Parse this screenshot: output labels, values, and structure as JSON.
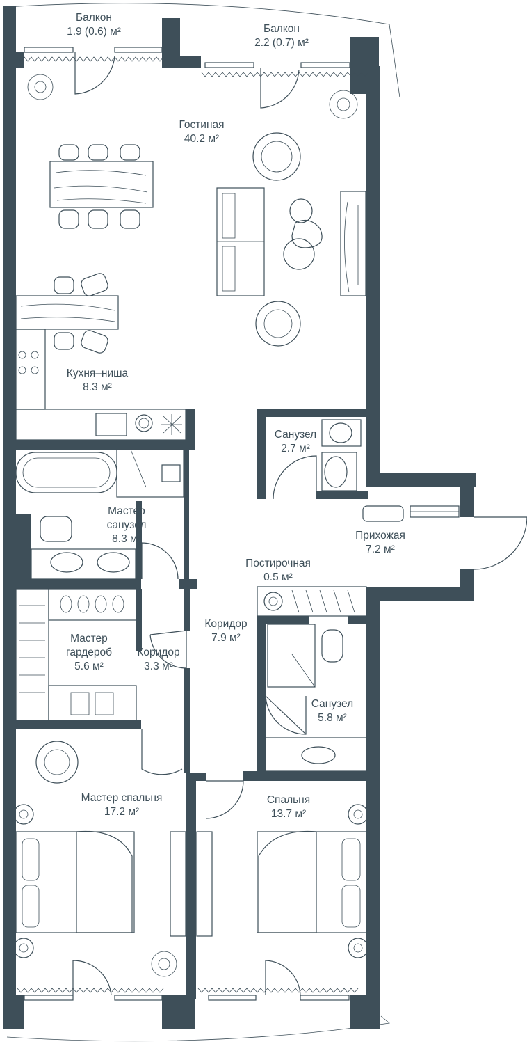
{
  "colors": {
    "wall": "#3e4f59",
    "background": "#ffffff"
  },
  "rooms": {
    "balcony_left": {
      "name": "Балкон",
      "area": "1.9 (0.6) м²"
    },
    "balcony_right": {
      "name": "Балкон",
      "area": "2.2 (0.7) м²"
    },
    "living": {
      "name": "Гостиная",
      "area": "40.2 м²"
    },
    "kitchen": {
      "name": "Кухня–ниша",
      "area": "8.3 м²"
    },
    "bath_small": {
      "name": "Санузел",
      "area": "2.7 м²"
    },
    "hall": {
      "name": "Прихожая",
      "area": "7.2 м²"
    },
    "master_bath": {
      "line1": "Мастер",
      "line2": "санузел",
      "area": "8.3 м²"
    },
    "laundry": {
      "name": "Постирочная",
      "area": "0.5 м²"
    },
    "corridor_main": {
      "name": "Коридор",
      "area": "7.9 м²"
    },
    "master_wardrobe": {
      "line1": "Мастер",
      "line2": "гардероб",
      "area": "5.6 м²"
    },
    "corridor_small": {
      "name": "Коридор",
      "area": "3.3 м²"
    },
    "bath_large": {
      "name": "Санузел",
      "area": "5.8 м²"
    },
    "master_bedroom": {
      "name": "Мастер спальня",
      "area": "17.2 м²"
    },
    "bedroom": {
      "name": "Спальня",
      "area": "13.7 м²"
    }
  }
}
